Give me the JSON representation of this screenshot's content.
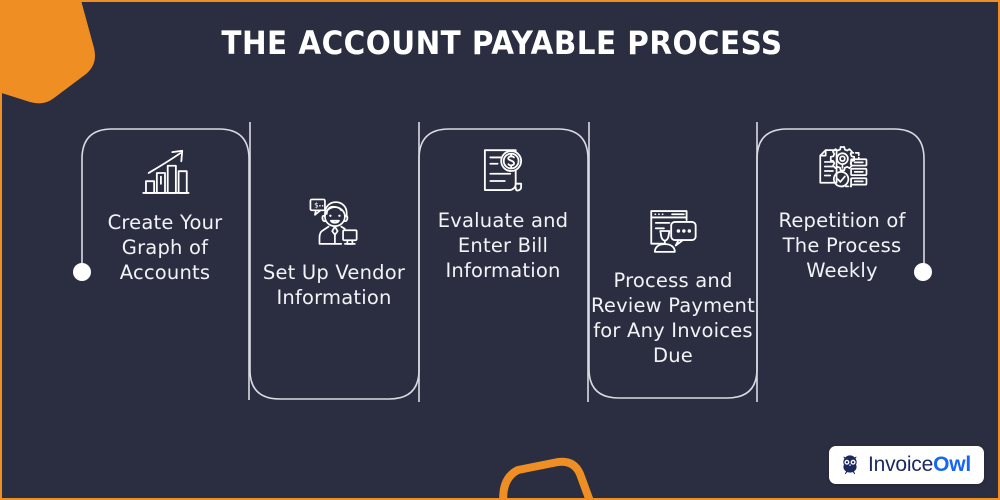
{
  "page": {
    "title": "THE ACCOUNT PAYABLE PROCESS",
    "background_color": "#2b2e40",
    "border_color": "#ef8f23",
    "accent_color": "#ef8f23",
    "text_color": "#ffffff"
  },
  "steps": [
    {
      "label": "Create Your Graph of Accounts",
      "icon": "bar-chart-growth-icon",
      "position": "up"
    },
    {
      "label": "Set Up Vendor Information",
      "icon": "vendor-person-icon",
      "position": "down"
    },
    {
      "label": "Evaluate and Enter Bill Information",
      "icon": "bill-document-dollar-icon",
      "position": "up"
    },
    {
      "label": "Process and Review Payment for Any Invoices Due",
      "icon": "browser-chat-review-icon",
      "position": "down"
    },
    {
      "label": "Repetition of The Process Weekly",
      "icon": "gear-document-checklist-icon",
      "position": "up"
    }
  ],
  "logo": {
    "icon": "owl-icon",
    "word_one": "Invoice",
    "word_two": "Owl",
    "color_one": "#1b2a5e",
    "color_two": "#1667f2"
  }
}
